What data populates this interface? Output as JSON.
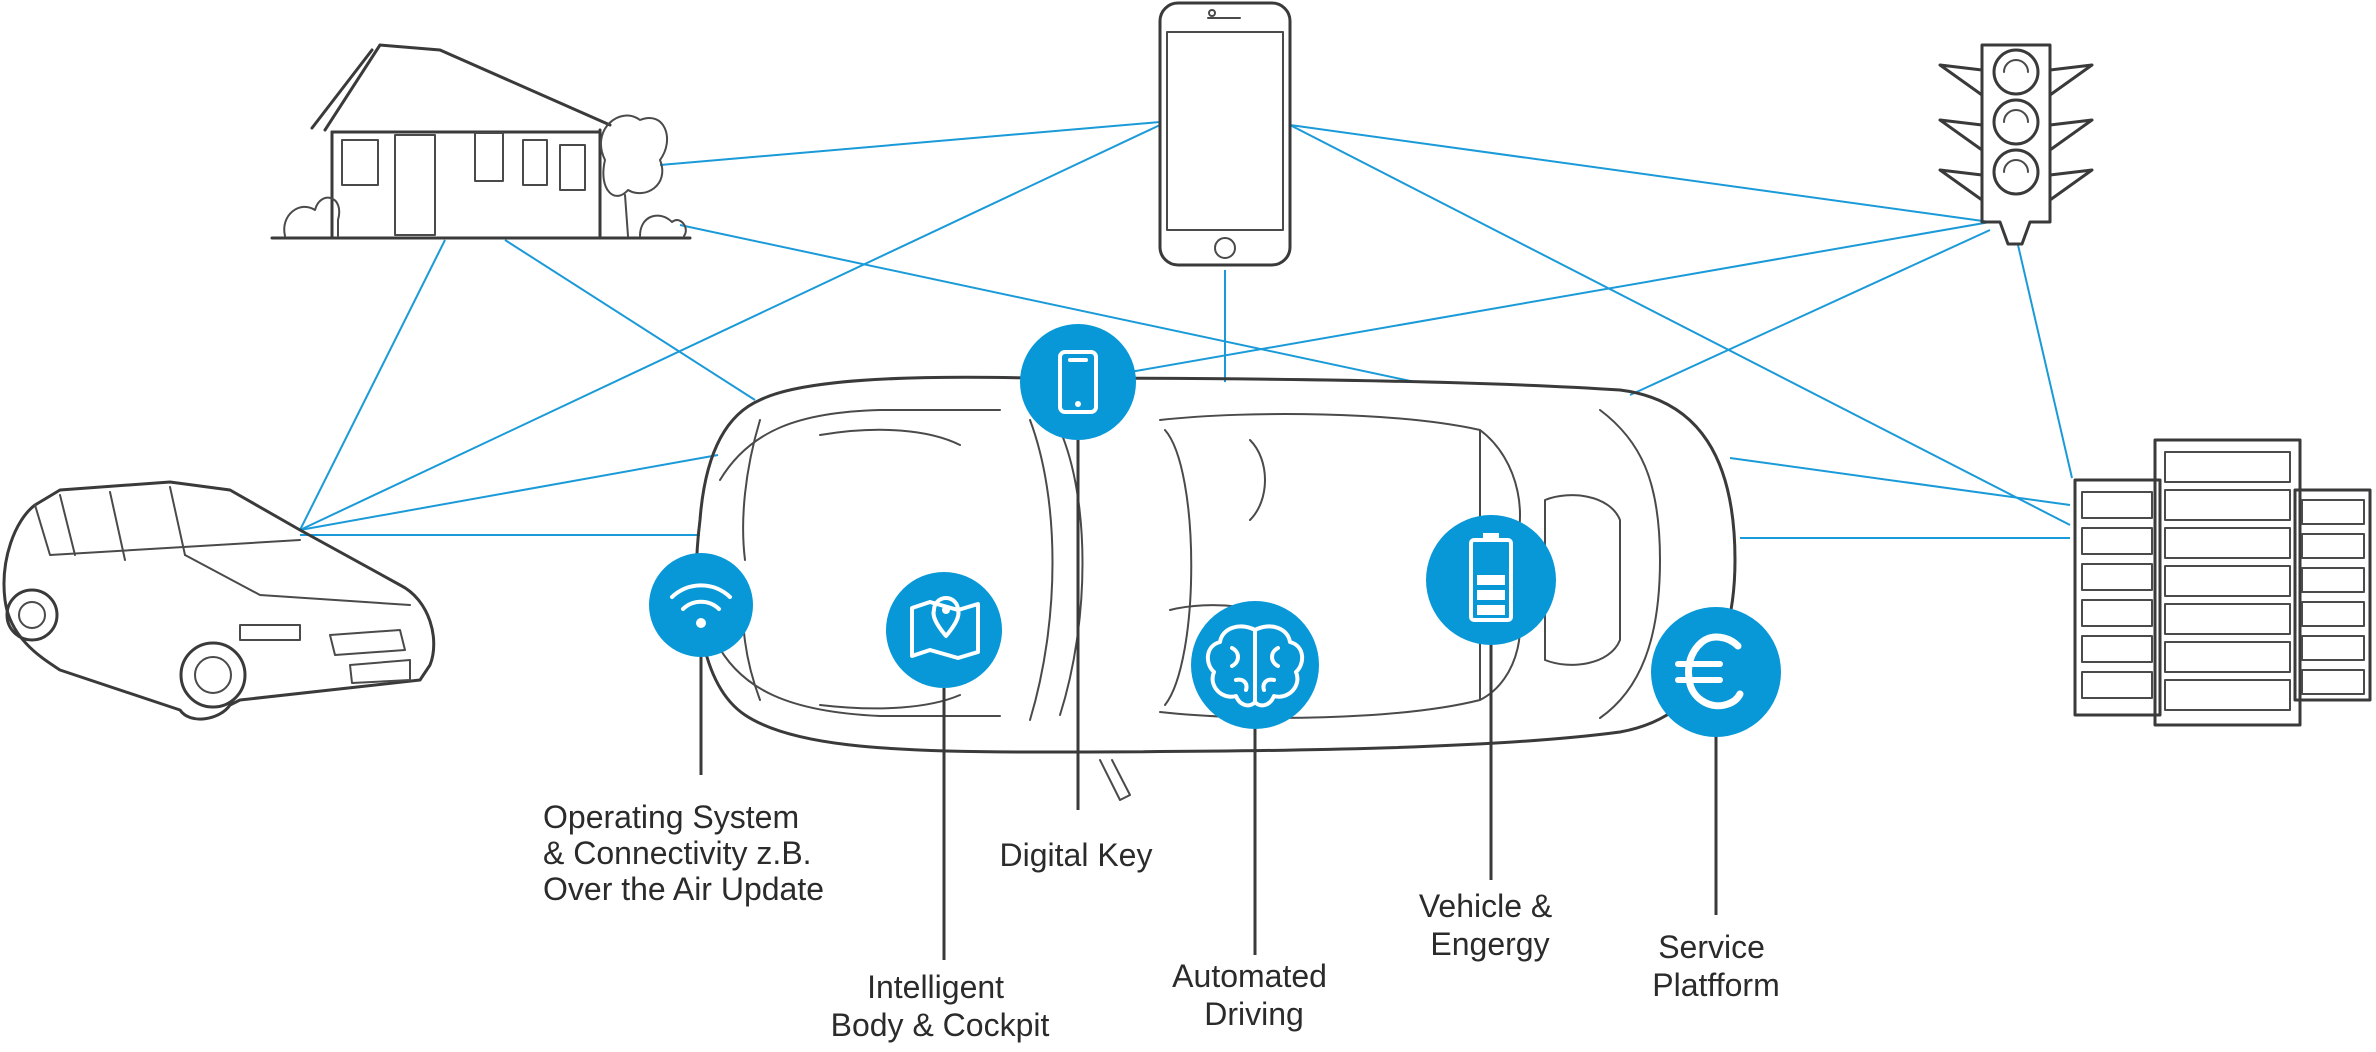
{
  "features": [
    {
      "id": "os",
      "icon": "wifi-icon",
      "lines": [
        "Operating System",
        "& Connectivity z.B.",
        "Over the Air Update"
      ]
    },
    {
      "id": "body",
      "icon": "map-pin-icon",
      "lines": [
        "Intelligent",
        "Body & Cockpit"
      ]
    },
    {
      "id": "key",
      "icon": "smartphone-icon",
      "lines": [
        "Digital Key"
      ]
    },
    {
      "id": "driving",
      "icon": "brain-icon",
      "lines": [
        "Automated",
        "Driving"
      ]
    },
    {
      "id": "vehicle",
      "icon": "battery-icon",
      "lines": [
        "Vehicle &",
        "Engergy"
      ]
    },
    {
      "id": "service",
      "icon": "euro-icon",
      "lines": [
        "Service",
        "Platfform"
      ]
    }
  ],
  "peripherals": [
    "house-sketch",
    "smartphone-sketch",
    "traffic-light-sketch",
    "station-wagon-sketch",
    "server-rack-sketch"
  ],
  "colors": {
    "accent": "#0898d8",
    "line": "#1a9ad8",
    "sketch": "#3a3a3a",
    "text": "#2b2b2b"
  }
}
